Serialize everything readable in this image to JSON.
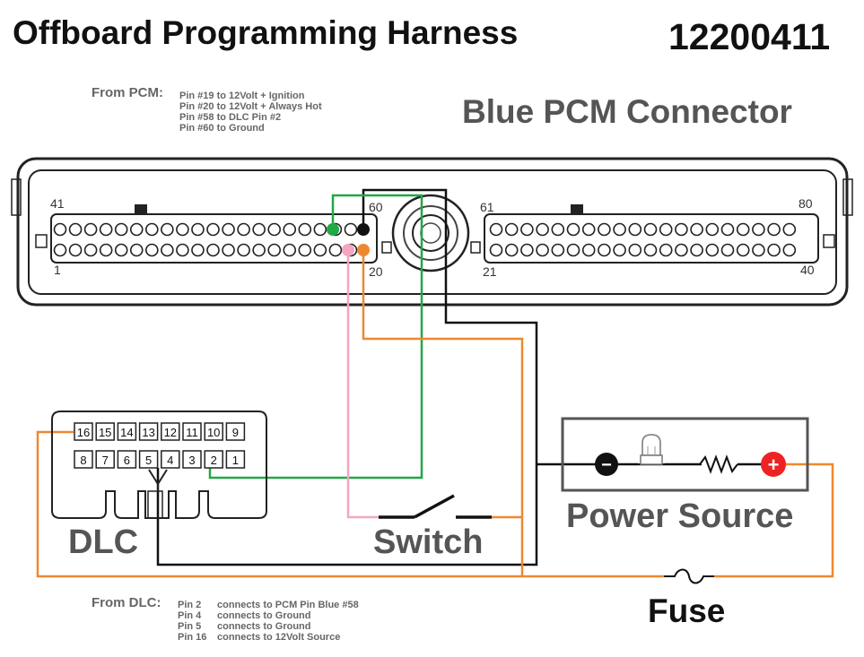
{
  "title": "Offboard Programming Harness",
  "part_number": "12200411",
  "pcm_notes": {
    "label": "From PCM:",
    "lines": [
      "Pin #19 to 12Volt + Ignition",
      "Pin #20 to 12Volt + Always Hot",
      "Pin #58 to DLC Pin #2",
      "Pin #60 to Ground"
    ]
  },
  "connector_title": "Blue PCM Connector",
  "pcm_pin_labels": {
    "p41": "41",
    "p60": "60",
    "p1": "1",
    "p20": "20",
    "p61": "61",
    "p80": "80",
    "p21": "21",
    "p40": "40"
  },
  "dlc": {
    "label": "DLC",
    "top_row": [
      "16",
      "15",
      "14",
      "13",
      "12",
      "11",
      "10",
      "9"
    ],
    "bottom_row": [
      "8",
      "7",
      "6",
      "5",
      "4",
      "3",
      "2",
      "1"
    ]
  },
  "switch_label": "Switch",
  "power_source": {
    "label": "Power Source",
    "negative": "−",
    "positive": "+"
  },
  "fuse_label": "Fuse",
  "dlc_notes": {
    "label": "From DLC:",
    "lines": [
      {
        "pin": "Pin 2",
        "text": "connects to PCM Pin Blue #58"
      },
      {
        "pin": "Pin 4",
        "text": "connects to Ground"
      },
      {
        "pin": "Pin 5",
        "text": "connects to Ground"
      },
      {
        "pin": "Pin 16",
        "text": "connects to 12Volt Source"
      }
    ]
  },
  "colors": {
    "wire_black": "#111111",
    "wire_green": "#22a845",
    "wire_pink": "#f2a6c2",
    "wire_orange": "#ee8830",
    "connector_outline": "#222222",
    "power_box": "#555555",
    "positive_terminal": "#ee2222"
  }
}
